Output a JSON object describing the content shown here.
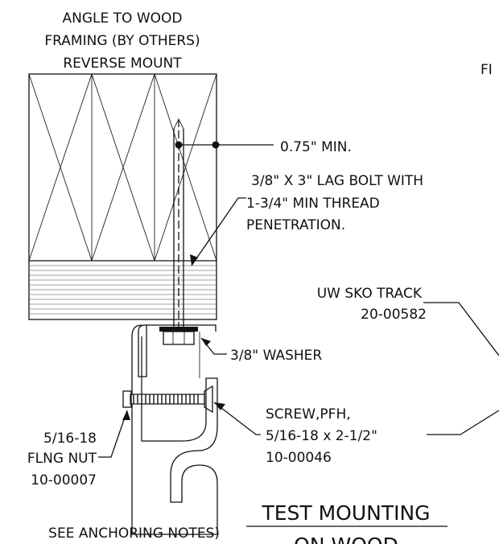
{
  "labels": {
    "angle_line1": "ANGLE TO WOOD",
    "angle_line2": "FRAMING (BY OTHERS)",
    "angle_line3": "REVERSE MOUNT",
    "fl_fragment": "FI",
    "min_dim": "0.75\" MIN.",
    "lag_line1": "3/8\" X 3\" LAG BOLT WITH",
    "lag_line2": "1-3/4\" MIN THREAD",
    "lag_line3": "PENETRATION.",
    "track_line1": "UW SKO TRACK",
    "track_line2": "20-00582",
    "washer": "3/8\" WASHER",
    "screw_line1": "SCREW,PFH,",
    "screw_line2": "5/16-18 x 2-1/2\"",
    "screw_line3": "10-00046",
    "nut_line1": "5/16-18",
    "nut_line2": "FLNG NUT",
    "nut_line3": "10-00007",
    "anchoring": "SEE ANCHORING NOTES)",
    "title_line1": "TEST MOUNTING",
    "title_line2": "ON WOOD"
  }
}
